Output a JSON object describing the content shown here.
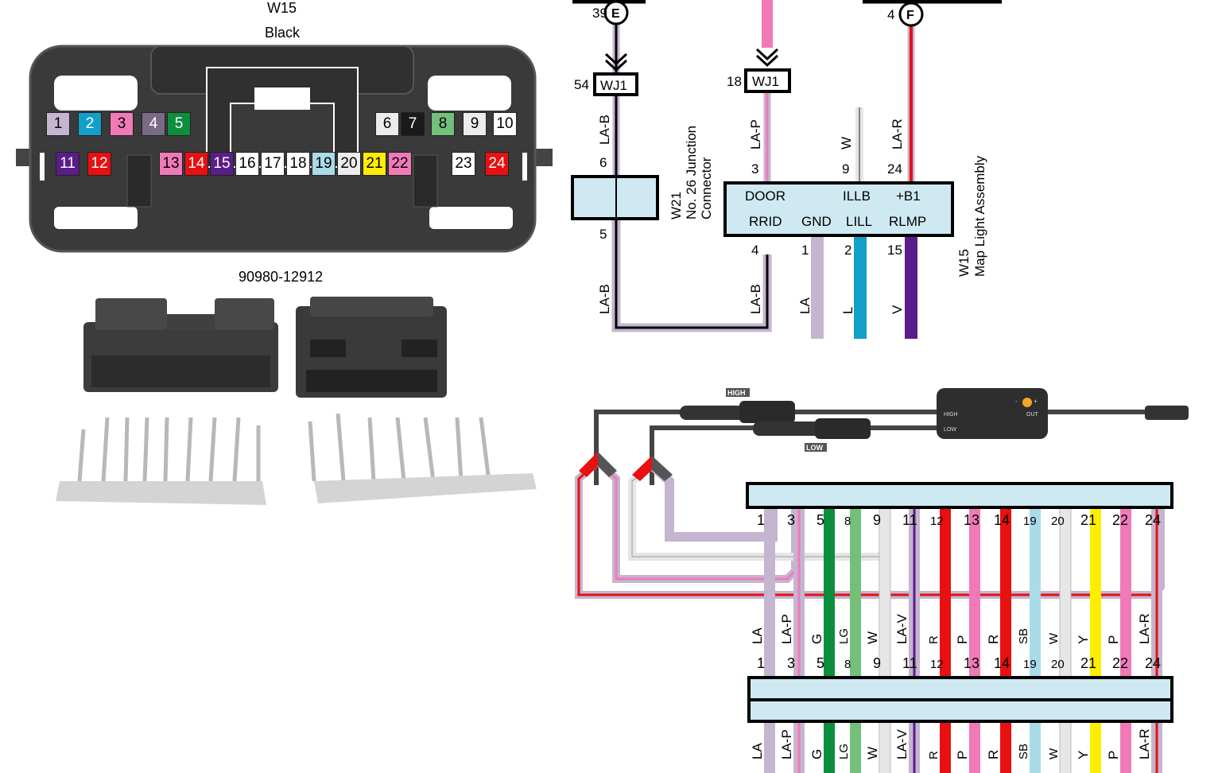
{
  "connector": {
    "code": "W15",
    "color_name": "Black",
    "part_number": "90980-12912",
    "top_pins": [
      {
        "n": "1",
        "color": "#c5b5d1"
      },
      {
        "n": "2",
        "color": "#12a0c8"
      },
      {
        "n": "3",
        "color": "#f07ab8"
      },
      {
        "n": "4",
        "color": "#7a6a86"
      },
      {
        "n": "5",
        "color": "#0b8f3c"
      },
      {
        "n": "6",
        "color": "#ececec"
      },
      {
        "n": "7",
        "color": "#1a1a1a"
      },
      {
        "n": "8",
        "color": "#72c07a"
      },
      {
        "n": "9",
        "color": "#ececec"
      },
      {
        "n": "10",
        "color": "#ffffff"
      }
    ],
    "bottom_pins": [
      {
        "n": "11",
        "color": "#5a1d8a"
      },
      {
        "n": "12",
        "color": "#e81010"
      },
      {
        "n": "13",
        "color": "#f07ab8"
      },
      {
        "n": "14",
        "color": "#e81010"
      },
      {
        "n": "15",
        "color": "#5a1d8a"
      },
      {
        "n": "16",
        "color": "#ffffff"
      },
      {
        "n": "17",
        "color": "#ffffff"
      },
      {
        "n": "18",
        "color": "#ffffff"
      },
      {
        "n": "19",
        "color": "#a9dbe8"
      },
      {
        "n": "20",
        "color": "#ececec"
      },
      {
        "n": "21",
        "color": "#ffee00"
      },
      {
        "n": "22",
        "color": "#f07ab8"
      },
      {
        "n": "23",
        "color": "#ffffff"
      },
      {
        "n": "24",
        "color": "#e81010"
      }
    ]
  },
  "schematic": {
    "junction_left": {
      "pin_top": "39",
      "letter": "E",
      "connector": "WJ1",
      "pin": "54"
    },
    "junction_mid": {
      "pin": "18",
      "connector": "WJ1"
    },
    "junction_right": {
      "pin_top": "4",
      "letter": "F"
    },
    "w21": {
      "code": "W21",
      "name_line1": "No. 26 Junction",
      "name_line2": "Connector",
      "pin_in": "6",
      "pin_out": "5"
    },
    "wire_left_top": "LA-B",
    "wire_left_bottom": "LA-B",
    "assembly": {
      "code": "W15",
      "name": "Map Light Assembly",
      "top_labels": [
        "DOOR",
        "ILLB",
        "+B1"
      ],
      "bottom_labels": [
        "RRID",
        "GND",
        "LILL",
        "RLMP"
      ],
      "top_pins": [
        "3",
        "9",
        "24"
      ],
      "bottom_pins": [
        "4",
        "1",
        "2",
        "15"
      ],
      "top_wires": [
        "LA-P",
        "W",
        "LA-R"
      ],
      "bottom_wires": [
        "LA-B",
        "LA",
        "L",
        "V"
      ]
    }
  },
  "module": {
    "high_label": "HIGH",
    "low_label": "LOW",
    "box_high": "HIGH",
    "box_low": "LOW",
    "box_out": "OUT",
    "box_minus": "-",
    "box_plus": "+"
  },
  "harness": {
    "wires": [
      {
        "pin": "1",
        "color": "#c5b5d1",
        "code": "LA",
        "small": false
      },
      {
        "pin": "3",
        "color": "#c5b5d1",
        "code": "LA-P",
        "small": false,
        "stripe": "#f07ab8"
      },
      {
        "pin": "5",
        "color": "#0b8f3c",
        "code": "G",
        "small": false
      },
      {
        "pin": "8",
        "color": "#72c07a",
        "code": "LG",
        "small": true
      },
      {
        "pin": "9",
        "color": "#e6e6e6",
        "code": "W",
        "small": false
      },
      {
        "pin": "11",
        "color": "#c5b5d1",
        "code": "LA-V",
        "small": false,
        "stripe": "#5a1d8a"
      },
      {
        "pin": "12",
        "color": "#e81010",
        "code": "R",
        "small": true
      },
      {
        "pin": "13",
        "color": "#f07ab8",
        "code": "P",
        "small": false
      },
      {
        "pin": "14",
        "color": "#e81010",
        "code": "R",
        "small": false
      },
      {
        "pin": "19",
        "color": "#a9dbe8",
        "code": "SB",
        "small": true
      },
      {
        "pin": "20",
        "color": "#e6e6e6",
        "code": "W",
        "small": true
      },
      {
        "pin": "21",
        "color": "#ffee00",
        "code": "Y",
        "small": false
      },
      {
        "pin": "22",
        "color": "#f07ab8",
        "code": "P",
        "small": false
      },
      {
        "pin": "24",
        "color": "#c5b5d1",
        "code": "LA-R",
        "small": false,
        "stripe": "#e81010"
      }
    ]
  }
}
